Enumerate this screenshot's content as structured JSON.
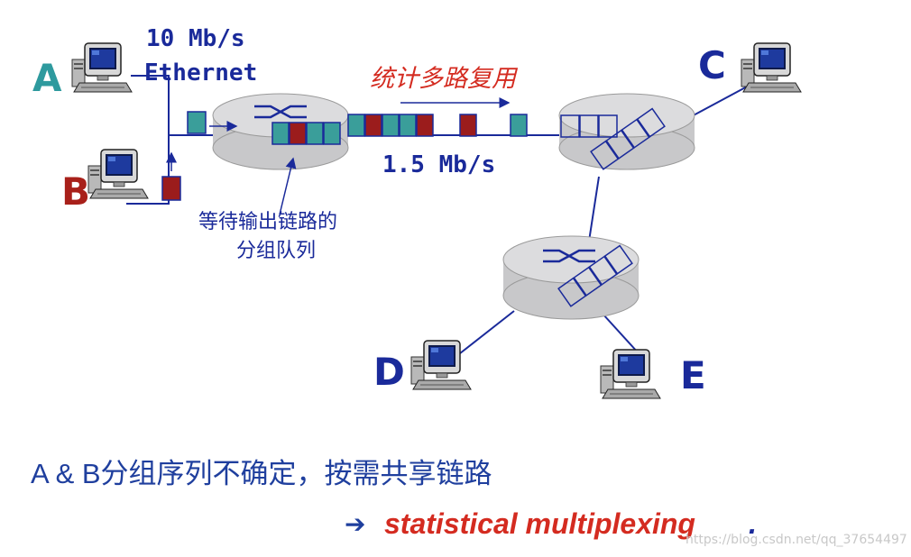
{
  "nodes": {
    "a": {
      "label": "A",
      "color": "#2e9a9e"
    },
    "b": {
      "label": "B",
      "color": "#a8201a"
    },
    "c": {
      "label": "C",
      "color": "#1a2a9a"
    },
    "d": {
      "label": "D",
      "color": "#1a2a9a"
    },
    "e": {
      "label": "E",
      "color": "#1a2a9a"
    }
  },
  "link_labels": {
    "access_rate": "10 Mb/s",
    "access_type": "Ethernet",
    "trunk_rate": "1.5 Mb/s"
  },
  "annotations": {
    "multiplexing": "统计多路复用",
    "queue_line1": "等待输出链路的",
    "queue_line2": "分组队列"
  },
  "caption": {
    "text": "A & B分组序列不确定，按需共享链路",
    "arrow": "➔",
    "highlight": "statistical multiplexing",
    "trailing": "."
  },
  "watermark": "https://blog.csdn.net/qq_37654497",
  "colors": {
    "teal_packet": "#3a9e9a",
    "red_packet": "#9b1c1c",
    "router": "#c8c8ca",
    "blue_text": "#1a2a9a",
    "red_text": "#d42b20"
  }
}
